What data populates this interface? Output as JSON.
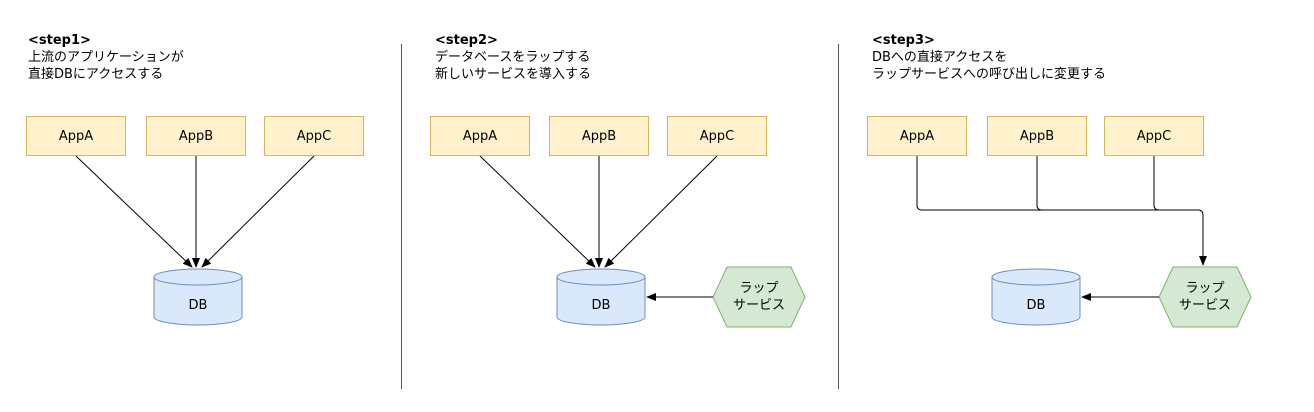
{
  "steps": [
    {
      "heading": "<step1>",
      "line1": "上流のアプリケーションが",
      "line2": "直接DBにアクセスする",
      "apps": [
        "AppA",
        "AppB",
        "AppC"
      ],
      "db": "DB"
    },
    {
      "heading": "<step2>",
      "line1": "データベースをラップする",
      "line2": "新しいサービスを導入する",
      "apps": [
        "AppA",
        "AppB",
        "AppC"
      ],
      "db": "DB",
      "service_line1": "ラップ",
      "service_line2": "サービス"
    },
    {
      "heading": "<step3>",
      "line1": "DBへの直接アクセスを",
      "line2": "ラップサービスへの呼び出しに変更する",
      "apps": [
        "AppA",
        "AppB",
        "AppC"
      ],
      "db": "DB",
      "service_line1": "ラップ",
      "service_line2": "サービス"
    }
  ],
  "colors": {
    "app_fill": "#fff2cc",
    "app_stroke": "#d6b656",
    "db_fill": "#dae8fc",
    "db_stroke": "#6c8ebf",
    "service_fill": "#d5e8d4",
    "service_stroke": "#82b366"
  }
}
